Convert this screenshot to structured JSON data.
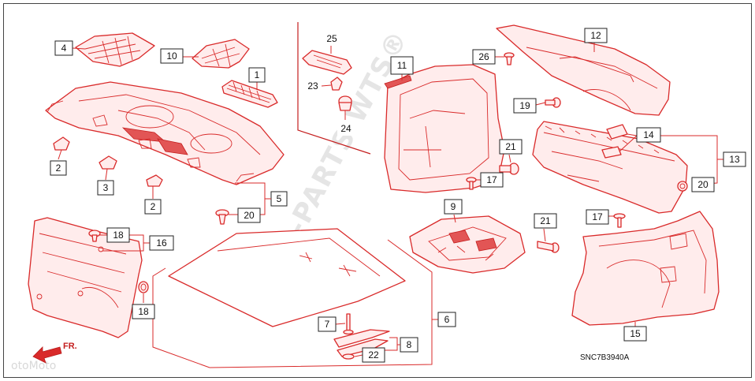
{
  "diagram_code": "SNC7B3940A",
  "direction_label": "FR.",
  "watermark": "AUTO-PARTS WTS®",
  "corner_watermark": "otoMoto",
  "callouts": [
    {
      "id": "c4",
      "label": "4"
    },
    {
      "id": "c10",
      "label": "10"
    },
    {
      "id": "c1",
      "label": "1"
    },
    {
      "id": "c2a",
      "label": "2"
    },
    {
      "id": "c3",
      "label": "3"
    },
    {
      "id": "c2b",
      "label": "2"
    },
    {
      "id": "c5",
      "label": "5"
    },
    {
      "id": "c20a",
      "label": "20"
    },
    {
      "id": "c25",
      "label": "25"
    },
    {
      "id": "c23",
      "label": "23"
    },
    {
      "id": "c24",
      "label": "24"
    },
    {
      "id": "c11",
      "label": "11"
    },
    {
      "id": "c26",
      "label": "26"
    },
    {
      "id": "c12",
      "label": "12"
    },
    {
      "id": "c19",
      "label": "19"
    },
    {
      "id": "c21a",
      "label": "21"
    },
    {
      "id": "c17a",
      "label": "17"
    },
    {
      "id": "c14",
      "label": "14"
    },
    {
      "id": "c13",
      "label": "13"
    },
    {
      "id": "c20b",
      "label": "20"
    },
    {
      "id": "c9",
      "label": "9"
    },
    {
      "id": "c21b",
      "label": "21"
    },
    {
      "id": "c17b",
      "label": "17"
    },
    {
      "id": "c18a",
      "label": "18"
    },
    {
      "id": "c16",
      "label": "16"
    },
    {
      "id": "c18b",
      "label": "18"
    },
    {
      "id": "c6",
      "label": "6"
    },
    {
      "id": "c7",
      "label": "7"
    },
    {
      "id": "c8",
      "label": "8"
    },
    {
      "id": "c22",
      "label": "22"
    },
    {
      "id": "c15",
      "label": "15"
    }
  ]
}
